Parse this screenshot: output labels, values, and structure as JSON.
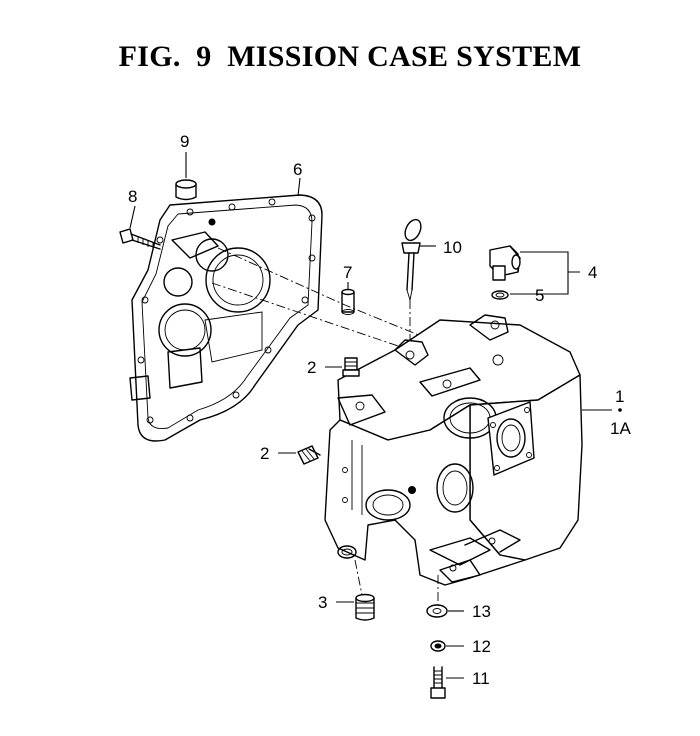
{
  "title": "FIG.  9  MISSION CASE SYSTEM",
  "callouts": {
    "c1": "1",
    "c1a": "1A",
    "c2a": "2",
    "c2b": "2",
    "c3": "3",
    "c4": "4",
    "c5": "5",
    "c6": "6",
    "c7": "7",
    "c8": "8",
    "c9": "9",
    "c10": "10",
    "c11": "11",
    "c12": "12",
    "c13": "13"
  }
}
